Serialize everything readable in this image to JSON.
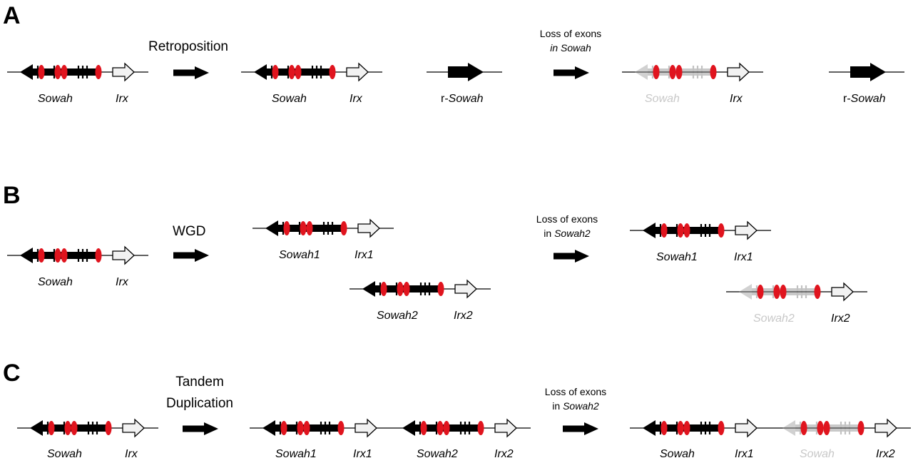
{
  "figure": {
    "colors": {
      "exon_marker": "#e0141e",
      "gene_body": "#000000",
      "faded_gene": "#9a9a9a",
      "faded_label": "#c8c8c8",
      "irx_fill": "#f2f2f2"
    },
    "panels": [
      {
        "label": "A",
        "steps": [
          {
            "event": [
              "Retroposition"
            ],
            "italic_parts": []
          },
          {
            "event": [
              "Loss of exons",
              "in Sowah"
            ],
            "italic_parts": [
              "in Sowah"
            ]
          }
        ],
        "loci": [
          {
            "genes": [
              "Sowah",
              "Irx"
            ],
            "faded": []
          },
          {
            "genes": [
              "Sowah",
              "Irx"
            ],
            "faded": []
          },
          {
            "genes": [
              "r-Sowah"
            ],
            "faded": []
          },
          {
            "genes": [
              "Sowah",
              "Irx"
            ],
            "faded": [
              "Sowah"
            ]
          },
          {
            "genes": [
              "r-Sowah"
            ],
            "faded": []
          }
        ],
        "text": {
          "retroposition": "Retroposition",
          "loss1": "Loss of exons",
          "loss2": "in Sowah",
          "r_prefix": "r-",
          "sowah": "Sowah",
          "irx": "Irx"
        }
      },
      {
        "label": "B",
        "text": {
          "wgd": "WGD",
          "loss1": "Loss of exons",
          "loss2_prefix": "in ",
          "loss2_italic": "Sowah2",
          "sowah": "Sowah",
          "irx": "Irx",
          "sowah1": "Sowah1",
          "irx1": "Irx1",
          "sowah2": "Sowah2",
          "irx2": "Irx2"
        },
        "loci": [
          {
            "genes": [
              "Sowah",
              "Irx"
            ],
            "faded": []
          },
          {
            "genes": [
              "Sowah1",
              "Irx1"
            ],
            "faded": []
          },
          {
            "genes": [
              "Sowah2",
              "Irx2"
            ],
            "faded": []
          },
          {
            "genes": [
              "Sowah1",
              "Irx1"
            ],
            "faded": []
          },
          {
            "genes": [
              "Sowah2",
              "Irx2"
            ],
            "faded": [
              "Sowah2"
            ]
          }
        ]
      },
      {
        "label": "C",
        "text": {
          "tandem1": "Tandem",
          "tandem2": "Duplication",
          "loss1": "Loss of exons",
          "loss2_prefix": "in ",
          "loss2_italic": "Sowah2",
          "sowah": "Sowah",
          "irx": "Irx",
          "sowah1": "Sowah1",
          "irx1": "Irx1",
          "sowah2": "Sowah2",
          "irx2": "Irx2"
        },
        "loci": [
          {
            "genes": [
              "Sowah",
              "Irx"
            ],
            "faded": []
          },
          {
            "genes": [
              "Sowah1",
              "Irx1",
              "Sowah2",
              "Irx2"
            ],
            "faded": []
          },
          {
            "genes": [
              "Sowah",
              "Irx1",
              "Sowah",
              "Irx2"
            ],
            "faded": [
              "Sowah (second copy)"
            ]
          }
        ]
      }
    ]
  }
}
